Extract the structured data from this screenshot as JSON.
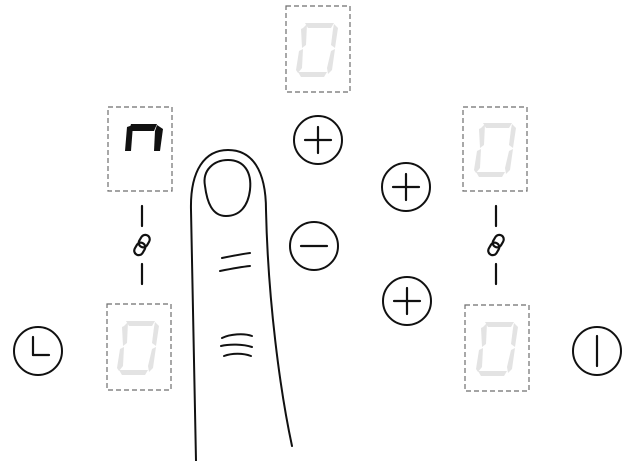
{
  "panel": {
    "type": "induction hob touch control panel",
    "colors": {
      "ink": "#111111",
      "segment_off": "#e3e3e3",
      "frame": "#6e6e6e",
      "background": "#ffffff"
    }
  },
  "zones": [
    {
      "id": "top-center",
      "display": "0",
      "active": false
    },
    {
      "id": "top-left",
      "display": "n",
      "active": true
    },
    {
      "id": "bottom-left",
      "display": "0",
      "active": false
    },
    {
      "id": "top-right",
      "display": "0",
      "active": false
    },
    {
      "id": "bottom-right",
      "display": "0",
      "active": false
    }
  ],
  "buttons": {
    "plus_center": {
      "icon": "plus-icon"
    },
    "minus_center": {
      "icon": "minus-icon"
    },
    "plus_right_upper": {
      "icon": "plus-icon"
    },
    "plus_right_lower": {
      "icon": "plus-icon"
    },
    "timer": {
      "icon": "clock-icon"
    },
    "power": {
      "icon": "power-icon"
    },
    "bridge_left": {
      "icon": "link-icon"
    },
    "bridge_right": {
      "icon": "link-icon"
    }
  },
  "illustration": {
    "finger": "finger-illustration"
  }
}
